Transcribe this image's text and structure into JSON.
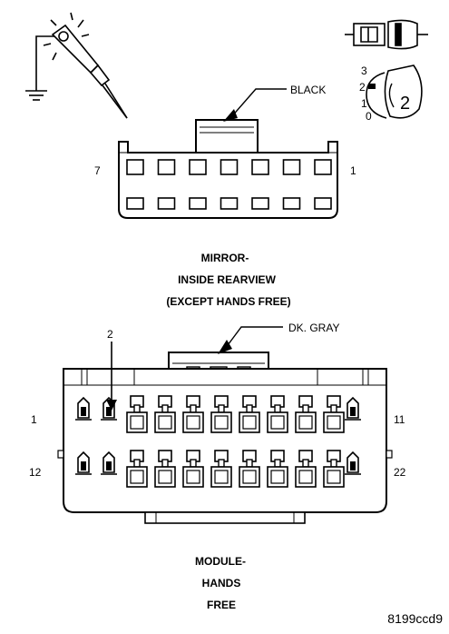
{
  "icons": {
    "test_light": "test-light-probe-icon",
    "connector_side": "connector-side-view-icon",
    "terminal_position": "terminal-position-gauge-icon"
  },
  "gauge": {
    "positions": [
      "3",
      "2",
      "1",
      "0"
    ],
    "selected": "2"
  },
  "connector_top": {
    "color_label": "BLACK",
    "pin_left": "7",
    "pin_right": "1",
    "caption": [
      "MIRROR-",
      "INSIDE REARVIEW",
      "(EXCEPT HANDS FREE)"
    ]
  },
  "connector_bottom": {
    "color_label": "DK. GRAY",
    "callout": "2",
    "pin_top_left": "1",
    "pin_top_right": "11",
    "pin_bottom_left": "12",
    "pin_bottom_right": "22",
    "caption": [
      "MODULE-",
      "HANDS",
      "FREE"
    ]
  },
  "figure_code": "8199ccd9"
}
